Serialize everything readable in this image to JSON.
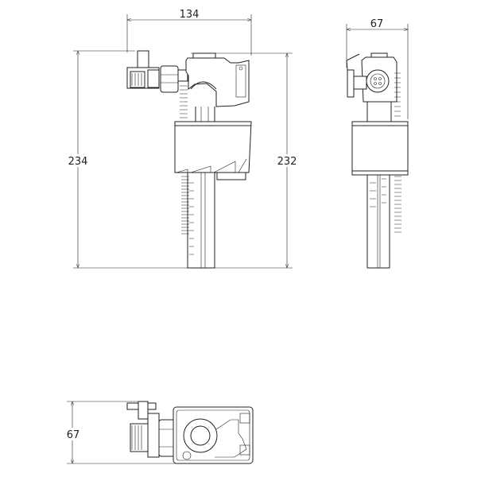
{
  "front_view": {
    "width_label": "134",
    "height_left_label": "234",
    "height_right_label": "232"
  },
  "side_view": {
    "width_label": "67"
  },
  "top_view": {
    "depth_label": "67"
  },
  "colors": {
    "line": "#222222",
    "background": "#ffffff"
  }
}
